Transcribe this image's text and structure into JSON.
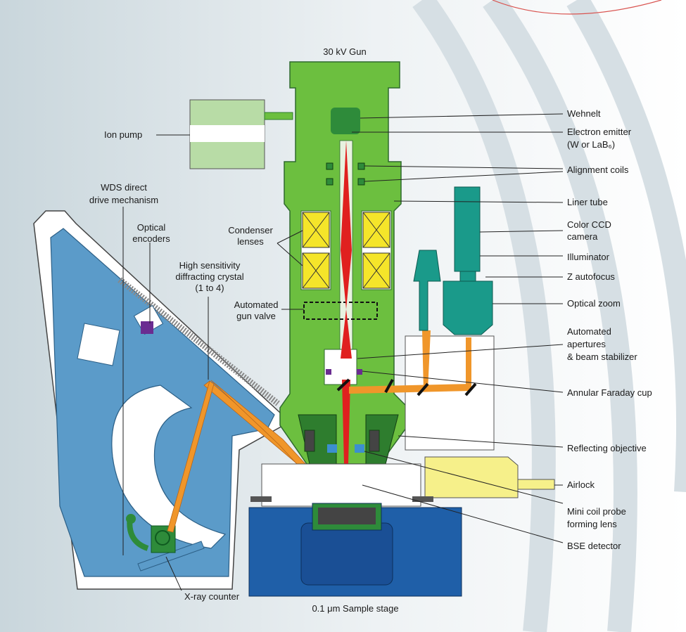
{
  "labels": {
    "gun": "30 kV Gun",
    "wehnelt": "Wehnelt",
    "emitter_1": "Electron emitter",
    "emitter_2": "(W or LaB₆)",
    "alignment": "Alignment coils",
    "liner": "Liner tube",
    "ccd_1": "Color CCD",
    "ccd_2": "camera",
    "illuminator": "Illuminator",
    "zautofocus": "Z autofocus",
    "optical_zoom": "Optical zoom",
    "apertures_1": "Automated",
    "apertures_2": "apertures",
    "apertures_3": "& beam stabilizer",
    "faraday": "Annular Faraday cup",
    "reflecting": "Reflecting objective",
    "airlock": "Airlock",
    "minicoil_1": "Mini coil probe",
    "minicoil_2": "forming lens",
    "bse": "BSE detector",
    "stage": "0.1 μm Sample stage",
    "xray": "X-ray counter",
    "ion_pump": "Ion pump",
    "wds_1": "WDS direct",
    "wds_2": "drive mechanism",
    "optical_enc_1": "Optical",
    "optical_enc_2": "encoders",
    "crystal_1": "High sensitivity",
    "crystal_2": "diffracting crystal",
    "crystal_3": "(1 to 4)",
    "condenser_1": "Condenser",
    "condenser_2": "lenses",
    "gun_valve_1": "Automated",
    "gun_valve_2": "gun valve"
  },
  "colors": {
    "column_green": "#6cbf3f",
    "dark_green": "#2e7d2e",
    "wds_blue": "#5b9bc9",
    "stage_blue": "#1f5fa8",
    "teal": "#1a9a8a",
    "xray_orange": "#f0962a",
    "beam_red": "#e0201f",
    "lens_yellow": "#f5e52a",
    "airlock_yellow": "#f6f08a",
    "pump_green": "#b8dca6"
  }
}
